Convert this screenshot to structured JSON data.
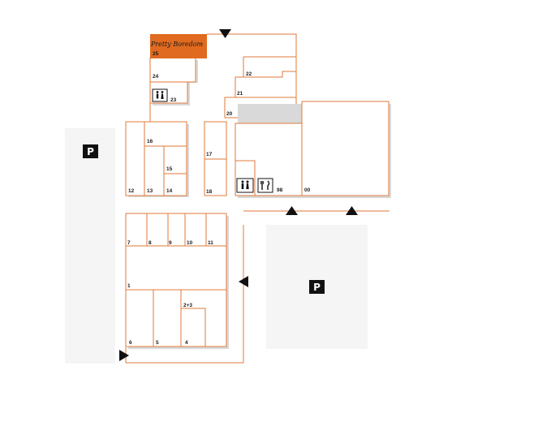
{
  "map": {
    "colors": {
      "accent": "#e07a3a",
      "highlight_fill": "#e06a1f",
      "parking_area": "#f5f5f5",
      "parking_sign": "#111111",
      "arrow": "#111111",
      "label": "#1a1a1a"
    },
    "highlight": {
      "store_name": "Pretty Boredom",
      "unit": "25"
    },
    "units": {
      "u25": "25",
      "u24": "24",
      "u23": "23",
      "u22": "22",
      "u21": "21",
      "u20": "20",
      "u17": "17",
      "u18": "18",
      "u16": "16",
      "u15": "15",
      "u12": "12",
      "u13": "13",
      "u14": "14",
      "u98": "98",
      "u00": "00",
      "u7": "7",
      "u8": "8",
      "u9": "9",
      "u10": "10",
      "u11": "11",
      "u1": "1",
      "u23b": "2+3",
      "u6": "6",
      "u5": "5",
      "u4": "4"
    },
    "parking": {
      "left_sign": "P",
      "right_sign": "P"
    },
    "icons": {
      "restroom": "restroom-icon",
      "restaurant": "restaurant-icon",
      "entrance": "entrance-arrow-icon",
      "parking": "parking-sign-icon"
    }
  }
}
